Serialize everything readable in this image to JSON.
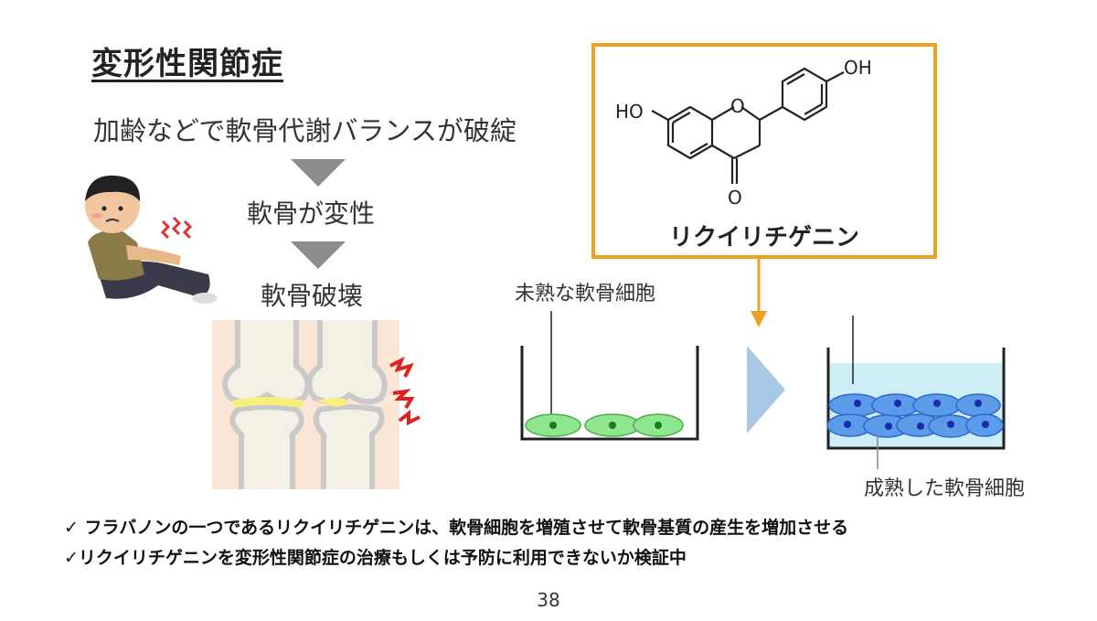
{
  "title": "変形性関節症",
  "flow": {
    "cause": "加齢などで軟骨代謝バランスが破綻",
    "step1": "軟骨が変性",
    "step2": "軟骨破壊"
  },
  "structure": {
    "name": "リクイリチゲニン",
    "atoms": {
      "ho_left": "HO",
      "o_ring": "O",
      "oh_right": "OH",
      "o_carbonyl": "O"
    }
  },
  "cells": {
    "immature_label": "未熟な軟骨細胞",
    "mature_label": "成熟した軟骨細胞"
  },
  "bullets": [
    "✓ フラバノンの一つであるリクイリチゲニンは、軟骨細胞を増殖させて軟骨基質の産生を増加させる",
    "✓リクイリチゲニンを変形性関節症の治療もしくは予防に利用できないか検証中"
  ],
  "page_number": "38",
  "colors": {
    "box_border": "#f0a020",
    "arrow_orange": "#f0a020",
    "chevron_blue": "#a9c8e6",
    "immature_cell": "#8ee68e",
    "mature_cell": "#5b9be8",
    "medium": "#cdeef6"
  }
}
